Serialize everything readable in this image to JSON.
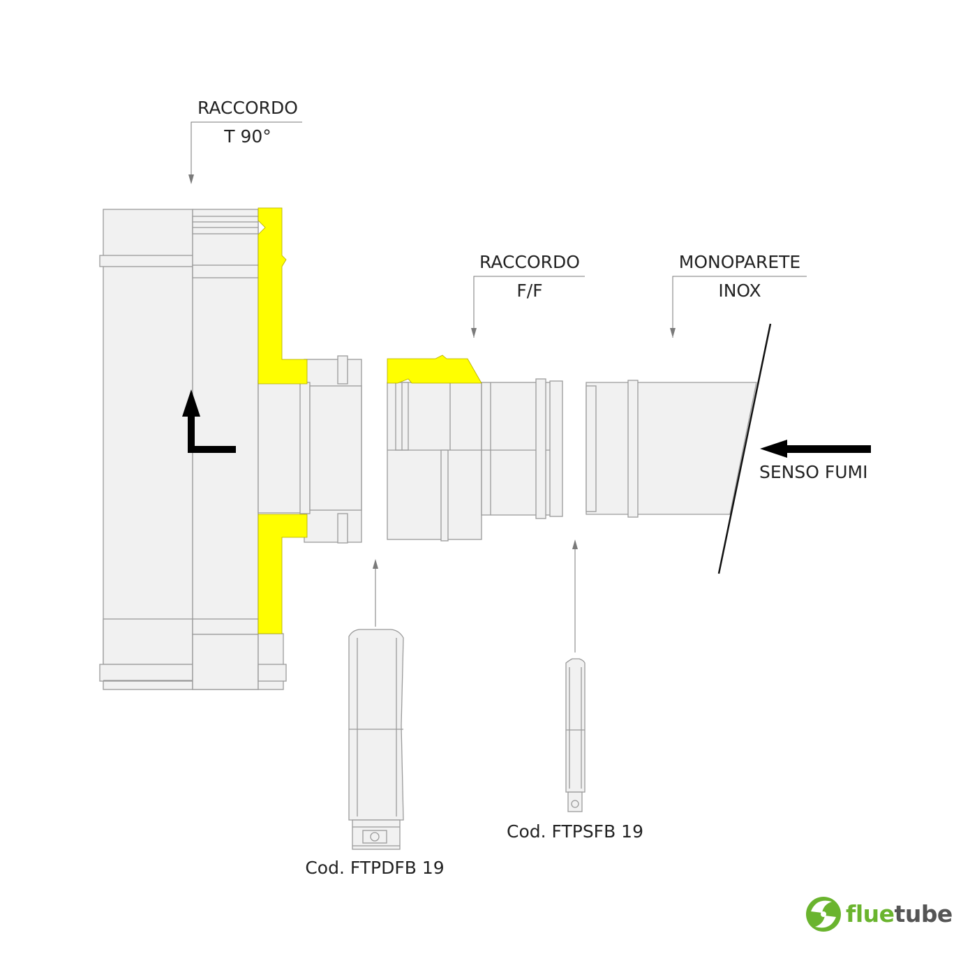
{
  "labels": {
    "raccordo_t90_line1": "RACCORDO",
    "raccordo_t90_line2": "T 90°",
    "raccordo_ff_line1": "RACCORDO",
    "raccordo_ff_line2": "F/F",
    "monoparete_line1": "MONOPARETE",
    "monoparete_line2": "INOX",
    "senso_fumi": "SENSO FUMI",
    "cod_ftpdfb": "Cod. FTPDFB 19",
    "cod_ftpsfb": "Cod. FTPSFB 19"
  },
  "logo": {
    "part1": "flue",
    "part2": "tube"
  },
  "icons": {
    "logo": "fluetube-swirl-icon",
    "flow_arrow": "arrow-left-icon",
    "elbow_arrow": "elbow-arrow-icon"
  },
  "colors": {
    "insulation": "#ffff00",
    "pipe_fill": "#f1f1f1",
    "pipe_stroke": "#9a9a9a",
    "text": "#222222",
    "brand_green": "#6ab42e",
    "brand_grey": "#555555"
  }
}
